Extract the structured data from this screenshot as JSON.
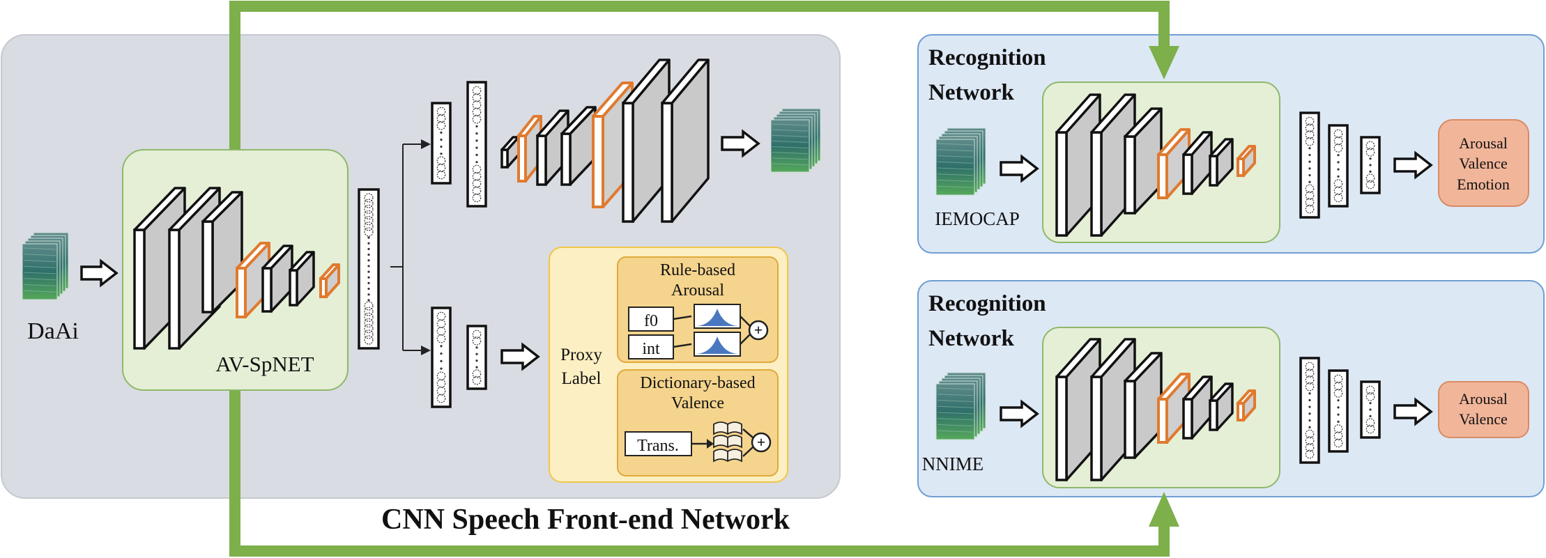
{
  "front_end": {
    "title": "CNN Speech Front-end Network",
    "input_label": "DaAi",
    "model_label": "AV-SpNET"
  },
  "proxy": {
    "label_line1": "Proxy",
    "label_line2": "Label",
    "arousal_title_line1": "Rule-based",
    "arousal_title_line2": "Arousal",
    "feature_f0": "f0",
    "feature_int": "int",
    "valence_title_line1": "Dictionary-based",
    "valence_title_line2": "Valence",
    "feature_trans": "Trans.",
    "plus_symbol": "+"
  },
  "recognition_top": {
    "title_line1": "Recognition",
    "title_line2": "Network",
    "dataset": "IEMOCAP",
    "output_line1": "Arousal",
    "output_line2": "Valence",
    "output_line3": "Emotion"
  },
  "recognition_bottom": {
    "title_line1": "Recognition",
    "title_line2": "Network",
    "dataset": "NNIME",
    "output_line1": "Arousal",
    "output_line2": "Valence"
  },
  "colors": {
    "green_arrow": "#7daf4b",
    "front_panel": "#d9dce3",
    "recognition_panel": "#dde8f5",
    "model_box": "#e4efd6",
    "proxy_box": "#fcefc4",
    "proxy_inner": "#f5d48d",
    "output_box": "#f1b59a",
    "orange_layer": "#e07a2f",
    "layer_face": "#c9c9c9"
  }
}
